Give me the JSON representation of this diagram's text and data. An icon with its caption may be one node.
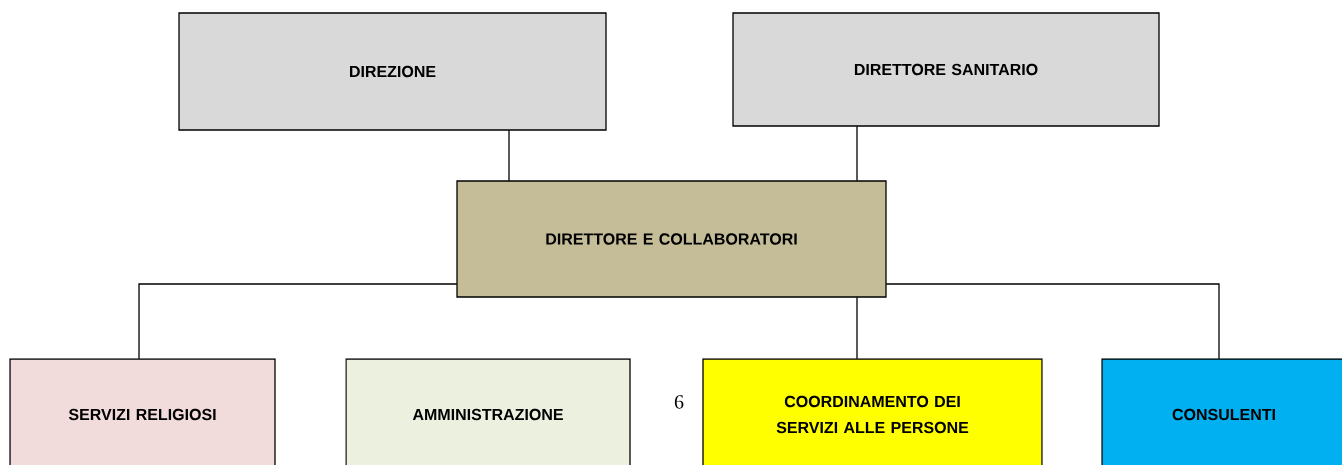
{
  "diagram": {
    "nodes": [
      {
        "text": [
          "DIREZIONE"
        ]
      },
      {
        "text": [
          "DIRETTORE SANITARIO"
        ]
      },
      {
        "text": [
          "DIRETTORE E COLLABORATORI"
        ]
      },
      {
        "text": [
          "SERVIZI RELIGIOSI"
        ]
      },
      {
        "text": [
          "AMMINISTRAZIONE"
        ]
      },
      {
        "text": [
          "COORDINAMENTO DEI SERVIZI ALLE PERSONE"
        ]
      },
      {
        "text": [
          "CONSULENTI"
        ]
      }
    ],
    "edges": [
      {
        "from": 0,
        "to": 2,
        "arrow": "none"
      },
      {
        "from": 1,
        "to": 2,
        "arrow": "none"
      },
      {
        "from": 2,
        "to": 3,
        "arrow": "none"
      },
      {
        "from": 2,
        "to": 5,
        "arrow": "none"
      },
      {
        "from": 2,
        "to": 6,
        "arrow": "none"
      }
    ],
    "labels": [
      "6"
    ]
  }
}
